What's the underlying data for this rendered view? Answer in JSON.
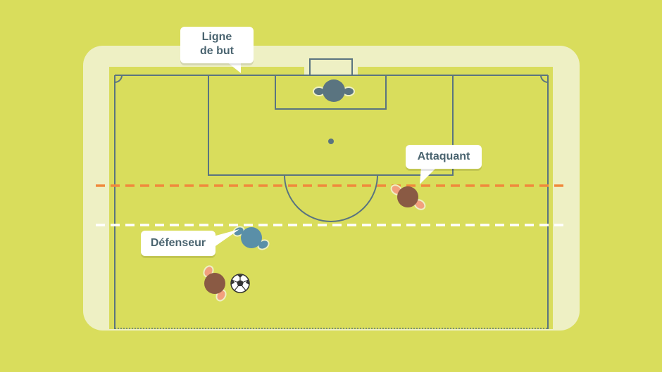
{
  "labels": {
    "goal_line": [
      "Ligne",
      "de but"
    ],
    "attacker": "Attaquant",
    "defender": "Défenseur"
  },
  "colors": {
    "background": "#d9dd5c",
    "border_strip": "#eef0c4",
    "pitch": "#d9dd5c",
    "pitch_lines": "#5a7480",
    "offside_line": "#f08a3c",
    "defender_line": "#ffffff",
    "callout_bg": "#ffffff",
    "callout_text": "#4a6470",
    "goalkeeper_kit": "#5a7480",
    "defender_kit": "#5a8fa8",
    "attacker_kit": "#f2a07e",
    "skin_hair": "#8a5a44"
  },
  "icons": [
    "goalkeeper-icon",
    "defender-icon",
    "attacker-icon",
    "ball-carrier-icon",
    "soccer-ball-icon"
  ]
}
